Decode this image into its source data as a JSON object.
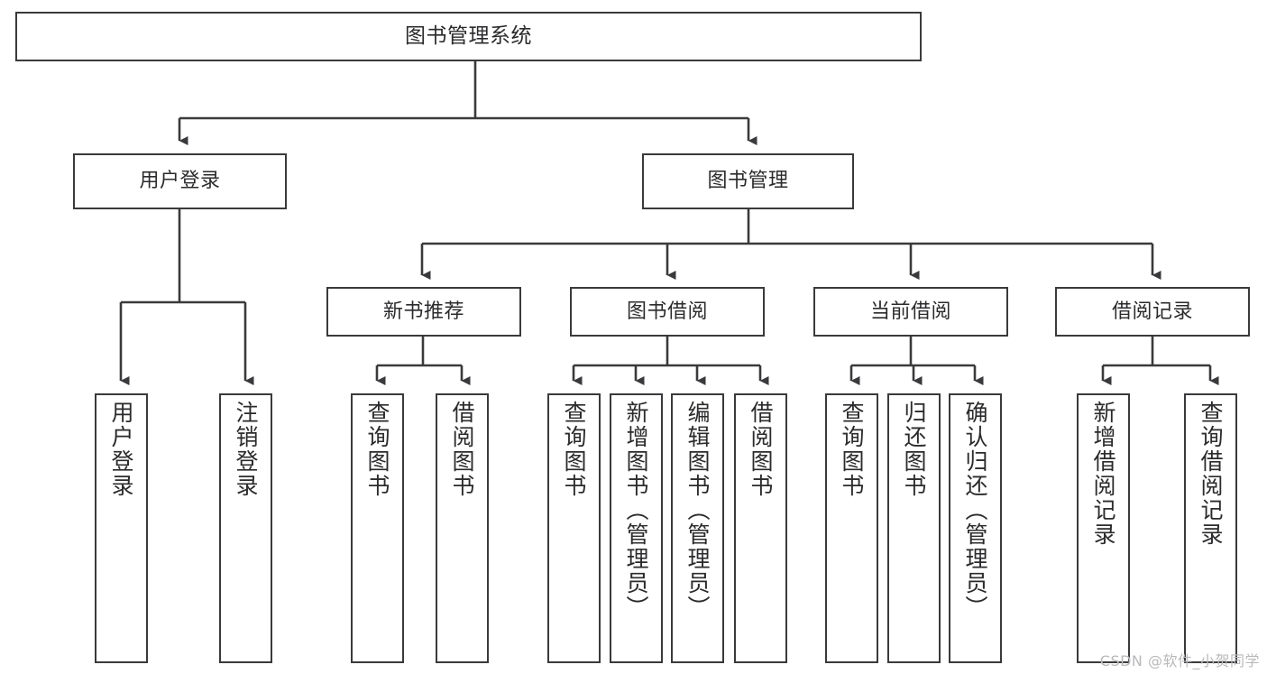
{
  "diagram": {
    "title": "图书管理系统",
    "type": "tree-hierarchy-diagram",
    "colors": {
      "background": "#ffffff",
      "box_border": "#3a3a3c",
      "connector": "#3a3a3c",
      "text": "#2b2b2d",
      "watermark": "#b9b9bb"
    },
    "root": {
      "label": "图书管理系统"
    },
    "level2": [
      {
        "label": "用户登录"
      },
      {
        "label": "图书管理"
      }
    ],
    "level3": [
      {
        "label": "新书推荐"
      },
      {
        "label": "图书借阅"
      },
      {
        "label": "当前借阅"
      },
      {
        "label": "借阅记录"
      }
    ],
    "leaves": {
      "user_login": [
        {
          "label": "用户登录"
        },
        {
          "label": "注销登录"
        }
      ],
      "new_book_recommend": [
        {
          "label": "查询图书"
        },
        {
          "label": "借阅图书"
        }
      ],
      "book_borrow": [
        {
          "label": "查询图书"
        },
        {
          "label": "新增图书（管理员）"
        },
        {
          "label": "编辑图书（管理员）"
        },
        {
          "label": "借阅图书"
        }
      ],
      "current_borrow": [
        {
          "label": "查询图书"
        },
        {
          "label": "归还图书"
        },
        {
          "label": "确认归还（管理员）"
        }
      ],
      "borrow_records": [
        {
          "label": "新增借阅记录"
        },
        {
          "label": "查询借阅记录"
        }
      ]
    }
  },
  "watermark": {
    "text": "CSDN @软件_小贺同学"
  }
}
